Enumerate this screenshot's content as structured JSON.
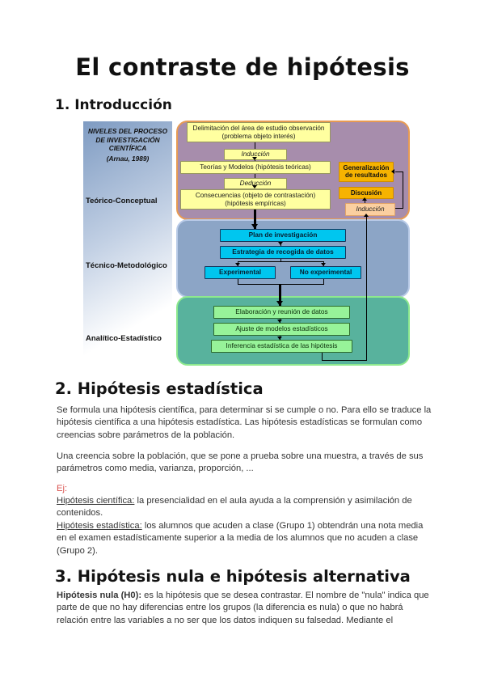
{
  "page": {
    "title": "El contraste de hipótesis"
  },
  "sections": {
    "intro": {
      "heading": "1. Introducción"
    },
    "s2": {
      "heading": "2. Hipótesis estadística",
      "p1": "Se formula una hipótesis científica, para determinar si se cumple o no. Para ello se traduce la hipótesis científica a una hipótesis estadística. Las hipótesis estadísticas se formulan como creencias sobre parámetros de la población.",
      "p2": "Una creencia sobre la población, que se pone a prueba sobre una muestra, a través de sus parámetros como media, varianza, proporción, ...",
      "example_label": "Ej:",
      "examples": [
        {
          "lead": "Hipótesis científica:",
          "text": " la presencialidad en el aula ayuda a la comprensión y asimilación de contenidos."
        },
        {
          "lead": "Hipótesis estadística:",
          "text": " los alumnos que acuden a clase (Grupo 1) obtendrán una nota media en el examen estadísticamente superior a la media de los alumnos que no acuden a clase (Grupo 2)."
        }
      ]
    },
    "s3": {
      "heading": "3. Hipótesis nula e hipótesis alternativa",
      "lead": "Hipótesis nula (H0):",
      "text": " es la hipótesis que se desea contrastar. El nombre de \"nula\" indica que parte de que no hay diferencias entre los grupos (la diferencia es nula) o que no habrá relación entre las variables a no ser que los datos indiquen su falsedad. Mediante el"
    }
  },
  "diagram": {
    "sidebar": {
      "title": "NIVELES DEL PROCESO DE INVESTIGACIÓN CIENTÍFICA",
      "subtitle": "(Arnau, 1989)",
      "level1": "Teórico-Conceptual",
      "level2": "Técnico-Metodológico",
      "level3": "Analítico-Estadístico"
    },
    "conceptual": {
      "delimitacion": "Delimitación del área de estudio observación (problema objeto interés)",
      "induccion": "Inducción",
      "teorias": "Teorías y Modelos (hipótesis teóricas)",
      "deduccion": "Deducción",
      "consecuencias": "Consecuencias (objeto de contrastación) (hipótesis empíricas)",
      "generalizacion": "Generalización de resultados",
      "discusion": "Discusión",
      "induccion_feedback": "Inducción"
    },
    "methodological": {
      "plan": "Plan de investigación",
      "estrategia": "Estrategia de recogida de datos",
      "experimental": "Experimental",
      "no_experimental": "No experimental"
    },
    "analytical": {
      "elaboracion": "Elaboración y reunión de datos",
      "ajuste": "Ajuste de modelos estadísticos",
      "inferencia": "Inferencia estadística de las hipótesis"
    },
    "colors": {
      "region_conceptual": "#a78dac",
      "region_conceptual_border": "#e89b52",
      "region_methodological": "#8ca5c6",
      "region_analytical": "#58b29d",
      "box_yellow": "#ffffa0",
      "box_cyan": "#00c6ef",
      "box_green": "#97f399",
      "box_gold": "#f6b301",
      "box_peach": "#fbcfa0",
      "accent_red": "#d9534f"
    }
  }
}
